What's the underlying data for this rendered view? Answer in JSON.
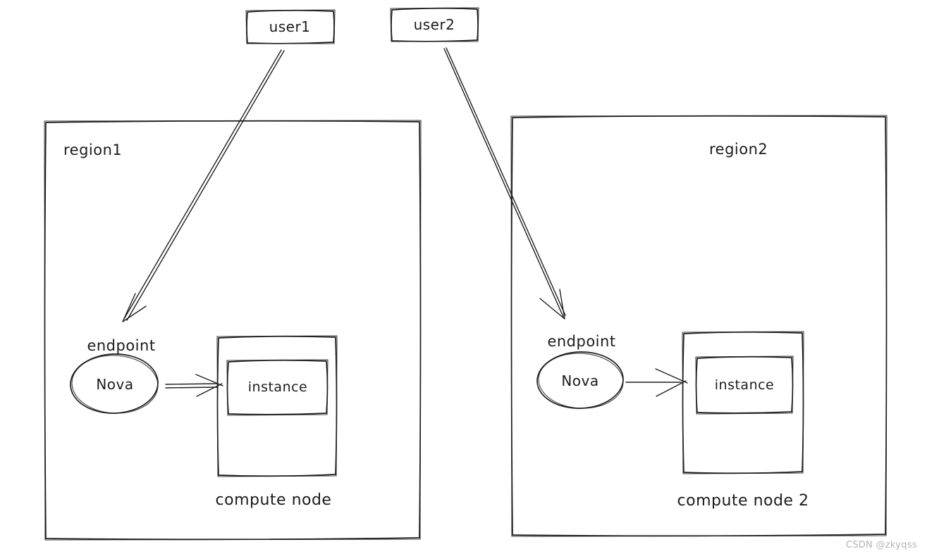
{
  "diagram": {
    "users": [
      {
        "label": "user1"
      },
      {
        "label": "user2"
      }
    ],
    "regions": [
      {
        "label": "region1",
        "endpoint_label": "endpoint",
        "service_label": "Nova",
        "instance_label": "instance",
        "node_label": "compute node"
      },
      {
        "label": "region2",
        "endpoint_label": "endpoint",
        "service_label": "Nova",
        "instance_label": "instance",
        "node_label": "compute node 2"
      }
    ],
    "watermark": "CSDN @zkyqss",
    "colors": {
      "stroke": "#1e1e1e",
      "text": "#1b1b1b",
      "watermark": "#b4b4b4",
      "background": "#ffffff"
    }
  }
}
